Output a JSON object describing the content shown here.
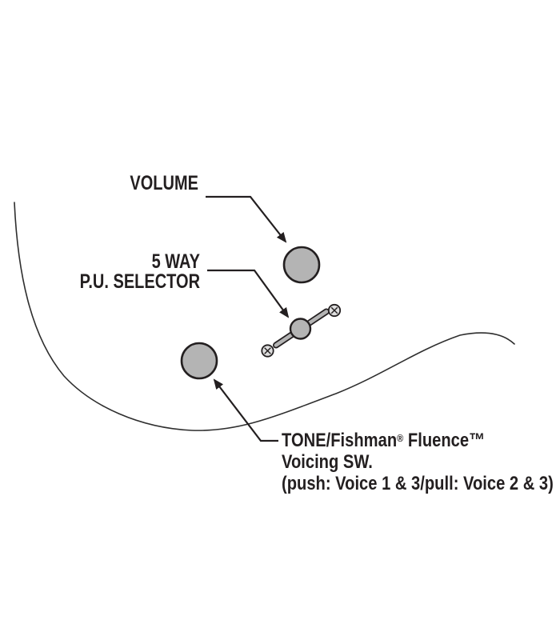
{
  "figure": {
    "title_hint": "guitar-control-layout-diagram",
    "colors": {
      "background": "#ffffff",
      "ink": "#231f20",
      "outline": "#2e2e2e",
      "knob_fill": "#b4b4b4",
      "screw_fill": "#dedede"
    },
    "labels": {
      "volume": "VOLUME",
      "selector": {
        "line1": "5 WAY",
        "line2": "P.U. SELECTOR"
      },
      "tone": {
        "line1_pre": "TONE/Fishman",
        "line1_reg": "®",
        "line1_mid": " Fluence",
        "line1_tm": "™",
        "line2": "Voicing SW.",
        "line3": "(push: Voice 1 & 3/pull: Voice 2 & 3)"
      }
    },
    "icons": {
      "volume_knob": "knob-circle",
      "tone_knob": "knob-circle",
      "selector_switch": "lever-switch",
      "selector_screws": "phillips-screw"
    }
  }
}
